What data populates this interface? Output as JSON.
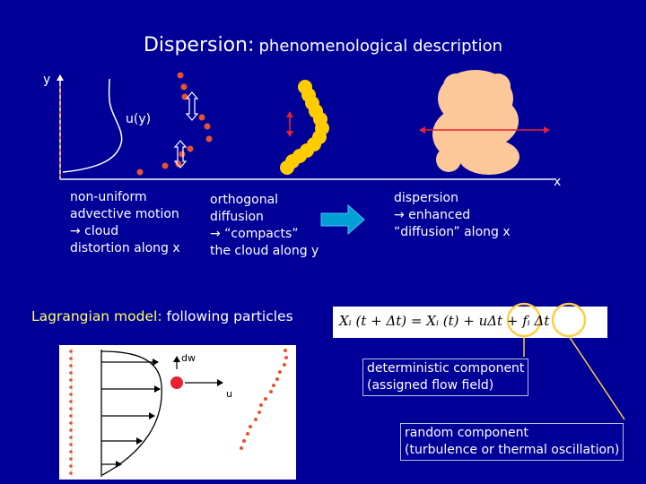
{
  "title": {
    "main": "Dispersion:",
    "sub": "phenomenological description"
  },
  "axes": {
    "y": "y",
    "x": "x",
    "profile": "u(y)"
  },
  "captions": {
    "advective": [
      "non-uniform",
      "advective motion",
      "→ cloud",
      "distortion along x"
    ],
    "orthogonal": [
      "orthogonal",
      "diffusion",
      "→ “compacts”",
      "the cloud along y"
    ],
    "dispersion": [
      "dispersion",
      "→ enhanced",
      "“diffusion” along x"
    ]
  },
  "lagrangian": {
    "label": "Lagrangian model:",
    "rest": "following particles"
  },
  "lagrangian_figure": {
    "dw": "dw",
    "u": "u"
  },
  "equation": {
    "lhs": "Xᵢ (t + Δt) = Xᵢ (t) + uΔt + fᵢ Δt"
  },
  "annotations": {
    "deterministic": [
      "deterministic component",
      "(assigned flow field)"
    ],
    "random": [
      "random component",
      "(turbulence or thermal oscillation)"
    ]
  },
  "colors": {
    "background": "#000099",
    "particles": "#e8522e",
    "compact_cloud": "#ffcc00",
    "dispersed_cloud": "#fcc89a",
    "callout": "#ffcc44",
    "arrow": "#009fd6"
  }
}
